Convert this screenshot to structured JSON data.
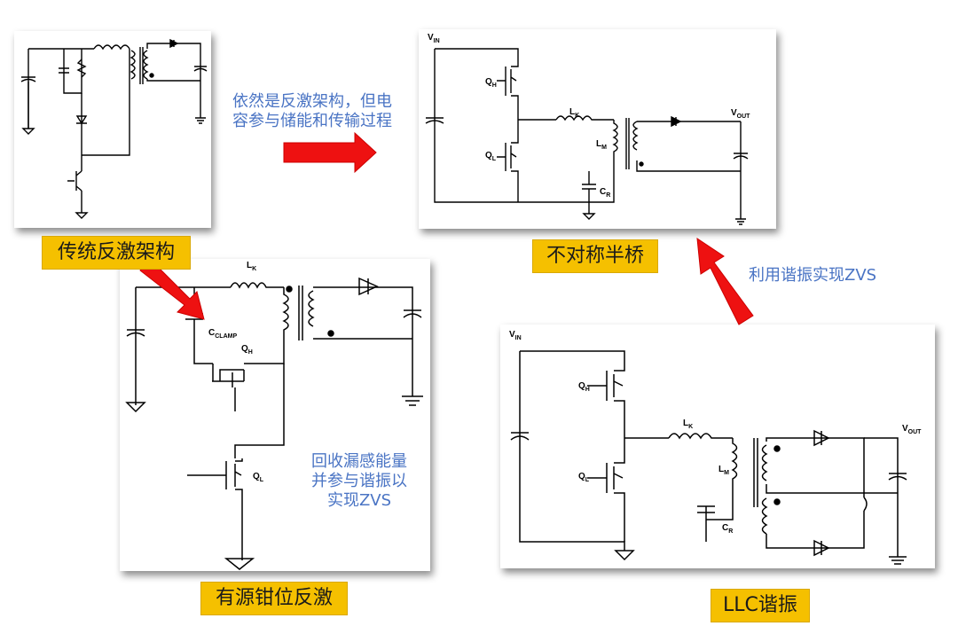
{
  "labels": {
    "traditional_flyback": "传统反激架构",
    "asymmetric_half_bridge": "不对称半桥",
    "active_clamp_flyback": "有源钳位反激",
    "llc_resonant": "LLC谐振"
  },
  "notes": {
    "top_arrow": [
      "依然是反激架构，但电",
      "容参与储能和传输过程"
    ],
    "right_arrow": "利用谐振实现ZVS",
    "clamp_note": [
      "回收漏感能量",
      "并参与谐振以",
      "实现ZVS"
    ]
  },
  "circuit_text": {
    "vin": "V",
    "vin_sub": "IN",
    "vout": "V",
    "vout_sub": "OUT",
    "lk": "L",
    "lk_sub": "K",
    "lm": "L",
    "lm_sub": "M",
    "qh": "Q",
    "qh_sub": "H",
    "ql": "Q",
    "ql_sub": "L",
    "cr": "C",
    "cr_sub": "R",
    "cclamp": "C",
    "cclamp_sub": "CLAMP"
  },
  "colors": {
    "label_bg": "#f5c000",
    "note_text": "#4a74c4",
    "arrow_red": "#ee1111"
  }
}
